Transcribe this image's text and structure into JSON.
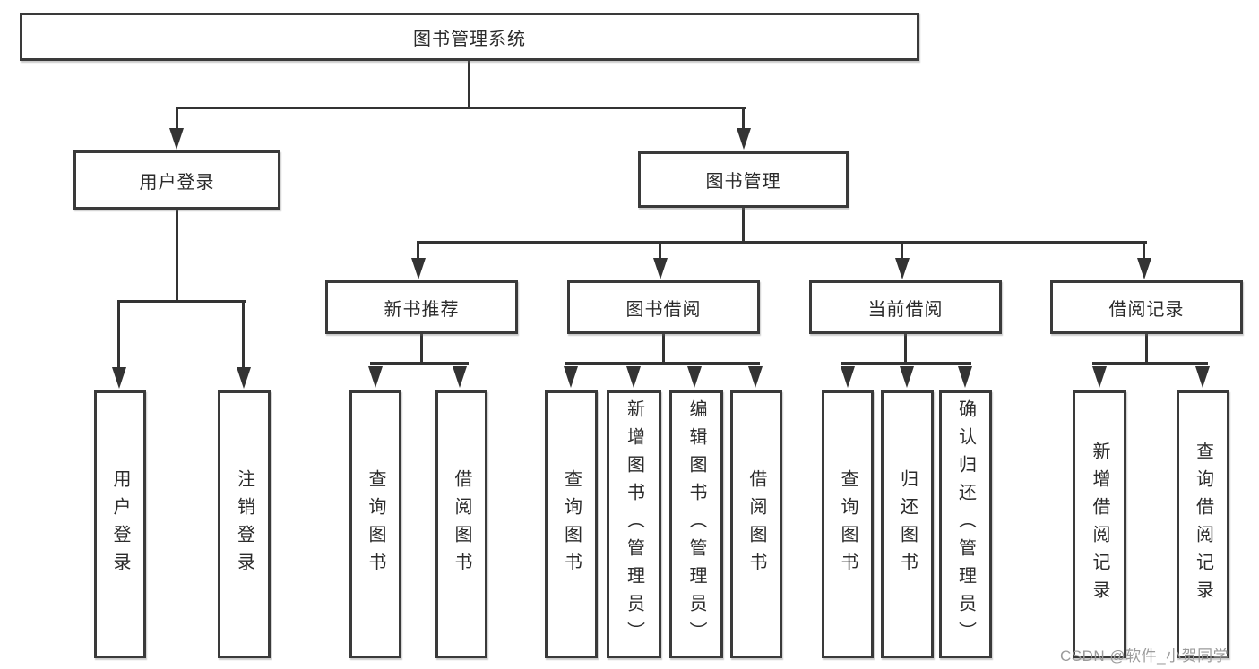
{
  "diagram": {
    "root": "图书管理系统",
    "level2": [
      "用户登录",
      "图书管理"
    ],
    "level3": [
      "新书推荐",
      "图书借阅",
      "当前借阅",
      "借阅记录"
    ],
    "leaves": {
      "user_login": [
        "用户登录",
        "注销登录"
      ],
      "new_book_recommend": [
        "查询图书",
        "借阅图书"
      ],
      "book_borrow": [
        "查询图书",
        "新增图书（管理员）",
        "编辑图书（管理员）",
        "借阅图书"
      ],
      "current_borrow": [
        "查询图书",
        "归还图书",
        "确认归还（管理员）"
      ],
      "borrow_records": [
        "新增借阅记录",
        "查询借阅记录"
      ]
    }
  },
  "watermark": "CSDN @软件_小贺同学",
  "colors": {
    "line": "#333333",
    "box_border": "#3a3a3a",
    "text": "#2b2b2b",
    "watermark": "#9b9b9b",
    "background": "#ffffff"
  }
}
